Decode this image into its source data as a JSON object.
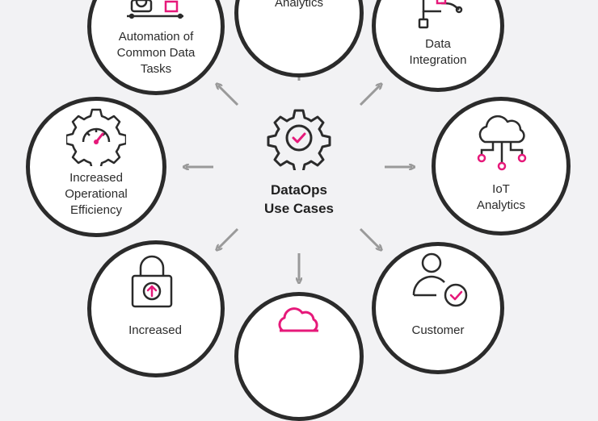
{
  "colors": {
    "accent": "#e6197a",
    "outline": "#2b2b2b",
    "arrow": "#9a9a9a",
    "background": "#f2f2f4"
  },
  "center": {
    "title": "DataOps\nUse Cases",
    "icon": "gear-check-icon"
  },
  "nodes": {
    "top": {
      "label": "Analytics",
      "icon": ""
    },
    "top_right": {
      "label": "Data\nIntegration",
      "icon": "workflow-nodes-icon"
    },
    "right": {
      "label": "IoT\nAnalytics",
      "icon": "cloud-network-icon"
    },
    "bottom_right": {
      "label": "Customer",
      "icon": "user-check-icon"
    },
    "bottom": {
      "label": "",
      "icon": "cloud-icon"
    },
    "bottom_left": {
      "label": "Increased",
      "icon": "padlock-arrow-icon"
    },
    "left": {
      "label": "Increased\nOperational\nEfficiency",
      "icon": "gear-gauge-icon"
    },
    "top_left": {
      "label": "Automation of\nCommon Data\nTasks",
      "icon": "robot-conveyor-icon"
    }
  }
}
